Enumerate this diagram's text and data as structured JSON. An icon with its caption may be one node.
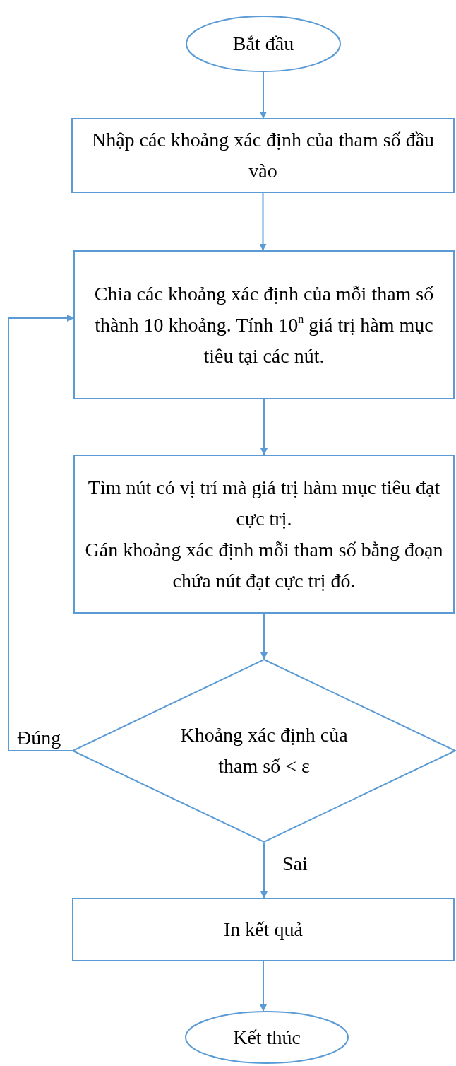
{
  "diagram": {
    "nodes": [
      {
        "text": [
          "Bắt đầu"
        ]
      },
      {
        "text": [
          "Nhập các khoảng xác định của tham số đầu vào"
        ]
      },
      {
        "text": [
          "Chia các khoảng xác định của mỗi tham số thành 10 khoảng. Tính 10$^{n}$ giá trị hàm mục tiêu tại các nút."
        ]
      },
      {
        "text": [
          "Tìm nút có vị trí mà giá trị hàm mục tiêu đạt cực trị.",
          "Gán khoảng xác định mỗi tham số bằng đoạn chứa nút đạt cực trị đó."
        ]
      },
      {
        "text": [
          "Khoảng xác định của tham số < ε"
        ]
      },
      {
        "text": [
          "In kết quả"
        ]
      },
      {
        "text": [
          "Kết thúc"
        ]
      }
    ],
    "edges": [
      {
        "from": 0,
        "to": 1,
        "arrow": "to"
      },
      {
        "from": 1,
        "to": 2,
        "arrow": "to"
      },
      {
        "from": 2,
        "to": 3,
        "arrow": "to"
      },
      {
        "from": 3,
        "to": 4,
        "arrow": "to"
      },
      {
        "from": 4,
        "to": 2,
        "arrow": "to",
        "label": "Đúng"
      },
      {
        "from": 4,
        "to": 5,
        "arrow": "to",
        "label": "Sai"
      },
      {
        "from": 5,
        "to": 6,
        "arrow": "to"
      }
    ]
  }
}
